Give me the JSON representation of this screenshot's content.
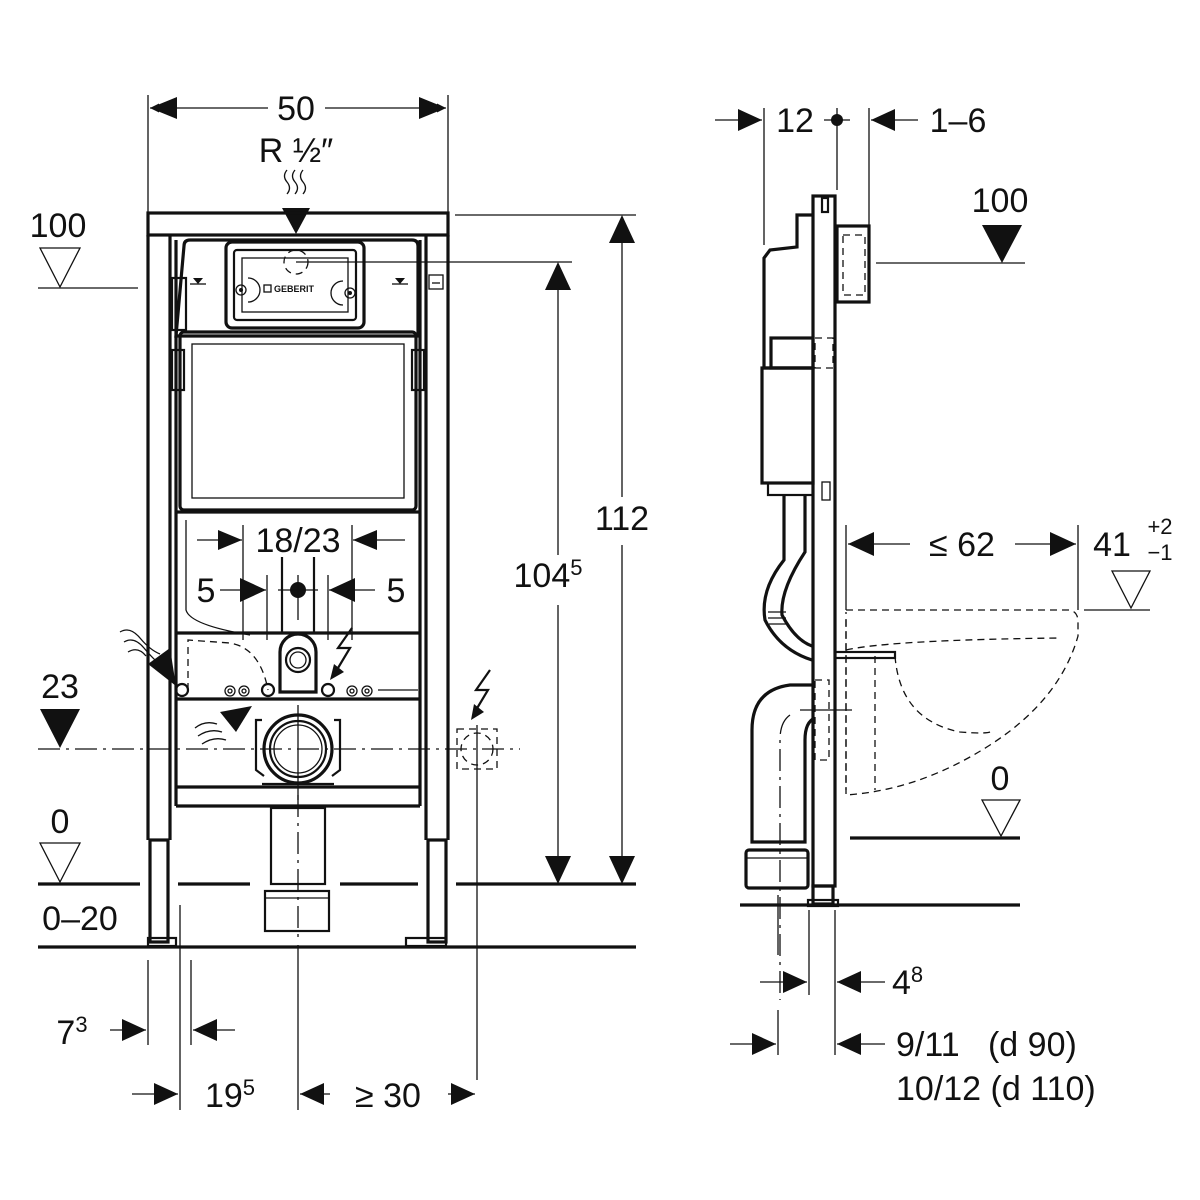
{
  "title": "Geberit installation frame – dimensional drawing",
  "brand_mark": "GEBERIT",
  "front_view": {
    "width": "50",
    "water_connection": "R ½″",
    "level_flush_button": "100",
    "level_drain_axis": "23",
    "level_floor": "0",
    "floor_adjust": "0–20",
    "height_frame": "112",
    "height_to_actuator_base": "104",
    "height_to_actuator_sup": "5",
    "bolt_spacing": "18/23",
    "left_offset": "5",
    "right_offset": "5",
    "leg_offset_base": "7",
    "leg_offset_sup": "3",
    "axis_offset_base": "19",
    "axis_offset_sup": "5",
    "electrical_clearance": "≥ 30"
  },
  "side_view": {
    "depth_front": "12",
    "depth_panel": "1–6",
    "level_flush_button": "100",
    "bowl_projection": "≤ 62",
    "bowl_height_base": "41",
    "bowl_height_tol_plus": "+2",
    "bowl_height_tol_minus": "−1",
    "level_floor": "0",
    "offset_base": "4",
    "offset_sup": "8",
    "drain_offset_d90": "9/11   (d 90)",
    "drain_offset_d110": "10/12 (d 110)"
  },
  "icons": {
    "water_supply": "water-supply-arrow",
    "electrical": "lightning-arrow",
    "level_marker": "level-triangle"
  }
}
